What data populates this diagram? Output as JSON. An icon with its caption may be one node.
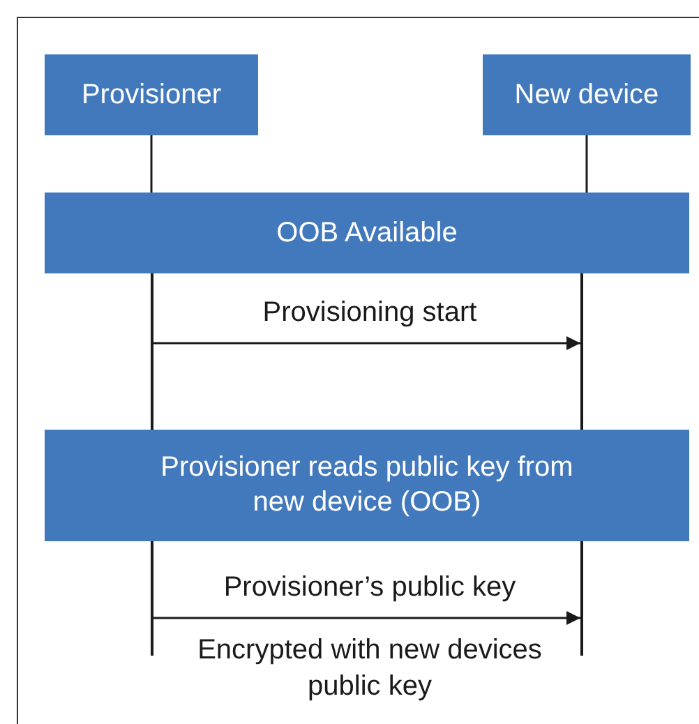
{
  "diagram": {
    "nodes": [
      {
        "text": [
          "Provisioner"
        ]
      },
      {
        "text": [
          "New device"
        ]
      },
      {
        "text": [
          "OOB Available"
        ]
      },
      {
        "text": [
          "Provisioner reads public key from new device (OOB)"
        ]
      },
      {
        "text": [],
        "shape": "bar"
      },
      {
        "text": [],
        "shape": "bar"
      },
      {
        "text": [],
        "shape": "bar"
      },
      {
        "text": [],
        "shape": "bar"
      }
    ],
    "edges": [
      {
        "from": 0,
        "to": 2,
        "arrow": "none"
      },
      {
        "from": 1,
        "to": 2,
        "arrow": "none"
      },
      {
        "from": 4,
        "to": 5,
        "arrow": "to",
        "label": "Provisioning start"
      },
      {
        "from": 6,
        "to": 7,
        "arrow": "to",
        "label": "Provisioner’s public key"
      }
    ],
    "labels": [
      "Encrypted with new devices public key"
    ]
  }
}
